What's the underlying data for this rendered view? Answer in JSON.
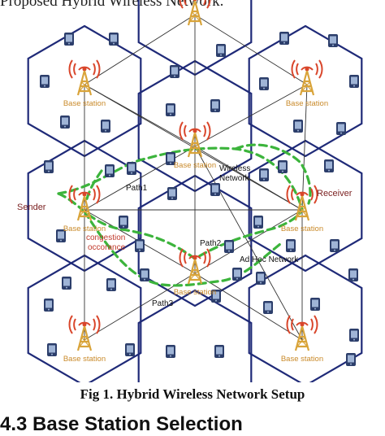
{
  "top_text": "Proposed Hybrid Wireless Network.",
  "caption": "Fig 1. Hybrid Wireless Network Setup",
  "section_heading": "4.3 Base Station Selection",
  "diagram": {
    "base_station_label": "Base station",
    "sender_label": "Sender",
    "receiver_label": "Receiver",
    "congestion_label_line1": "congestion",
    "congestion_label_line2": "occorance",
    "path1_label": "Path1",
    "path2_label": "Path2",
    "path3_label": "Path3",
    "wireless_network_line1": "Wireless",
    "wireless_network_line2": "Network",
    "ad_hoc_label": "Ad Hoc Network",
    "colors": {
      "hexagon": "#1f2a78",
      "base_station_label": "#c98a2a",
      "sender_receiver_label": "#7a1f1f",
      "congestion_label": "#c0392b",
      "path_dashes": "#3cb43c",
      "antenna": "#d9a43a",
      "signal": "#d9462b",
      "device": "#2c3e6b",
      "device_screen": "#9fb4d6"
    }
  }
}
